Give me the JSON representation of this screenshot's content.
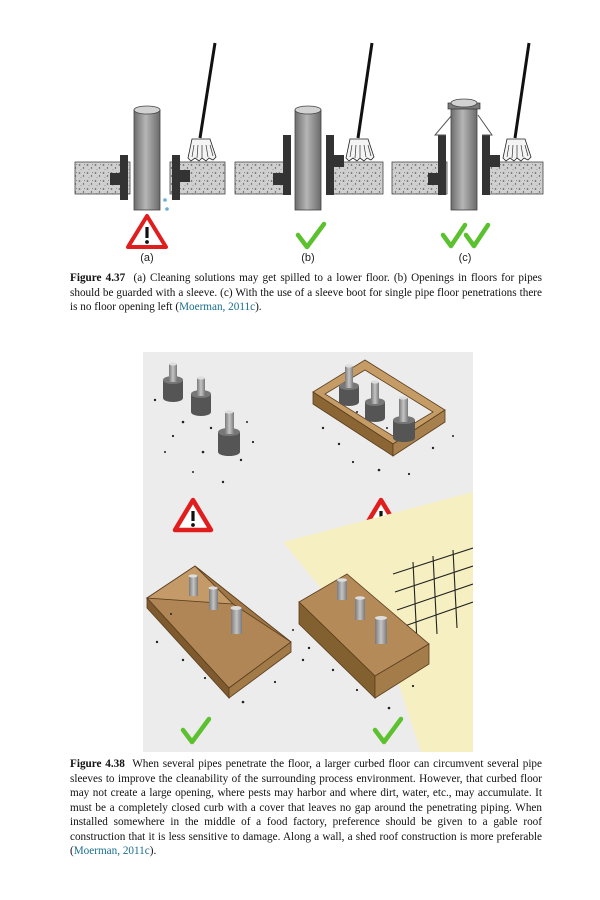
{
  "figure1": {
    "panel_labels": [
      "(a)",
      "(b)",
      "(c)"
    ],
    "status": [
      "warning",
      "ok",
      "ok-double"
    ],
    "caption_label": "Figure 4.37",
    "caption_text": "(a) Cleaning solutions may get spilled to a lower floor. (b) Openings in floors for pipes should be guarded with a sleeve. (c) With the use of a sleeve boot for single pipe floor penetrations there is no floor opening left (",
    "caption_cite": "Moerman, 2011c",
    "caption_tail": ")."
  },
  "figure2": {
    "status": [
      "warning",
      "warning",
      "ok",
      "ok"
    ],
    "caption_label": "Figure 4.38",
    "caption_text": "When several pipes penetrate the floor, a larger curbed floor can circumvent several pipe sleeves to improve the cleanability of the surrounding process environment. However, that curbed floor may not create a large opening, where pests may harbor and where dirt, water, etc., may accumulate. It must be a completely closed curb with a cover that leaves no gap around the penetrating piping. When installed somewhere in the middle of a food factory, preference should be given to a gable roof construction that it is less sensitive to damage. Along a wall, a shed roof construction is more preferable (",
    "caption_cite": "Moerman, 2011c",
    "caption_tail": ")."
  },
  "colors": {
    "warning_red": "#e01e1e",
    "check_green": "#5cc12e",
    "wood": "#a8804e",
    "wood_dark": "#6e4e2a",
    "pipe": "#8e8e8e",
    "concrete": "#c9c9c9",
    "link": "#1a6e8e"
  }
}
